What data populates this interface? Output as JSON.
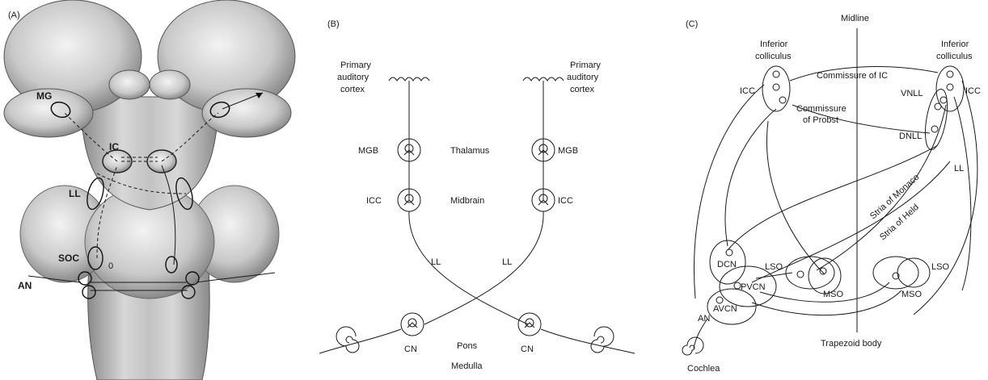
{
  "panel_a": {
    "tag": "(A)",
    "labels": {
      "mg": "MG",
      "ic": "IC",
      "ll": "LL",
      "soc": "SOC",
      "an": "AN",
      "o": "0"
    }
  },
  "panel_b": {
    "tag": "(B)",
    "left_cortex": [
      "Primary",
      "auditory",
      "cortex"
    ],
    "right_cortex": [
      "Primary",
      "auditory",
      "cortex"
    ],
    "mgb_left": "MGB",
    "mgb_right": "MGB",
    "thalamus": "Thalamus",
    "icc_left": "ICC",
    "icc_right": "ICC",
    "midbrain": "Midbrain",
    "ll_left": "LL",
    "ll_right": "LL",
    "cn_left": "CN",
    "cn_right": "CN",
    "pons": "Pons",
    "medulla": "Medulla"
  },
  "panel_c": {
    "tag": "(C)",
    "midline": "Midline",
    "ic_left": [
      "Inferior",
      "colliculus"
    ],
    "ic_right": [
      "Inferior",
      "colliculus"
    ],
    "commissure_ic": "Commissure of IC",
    "icc_left": "ICC",
    "icc_right": "ICC",
    "commissure_probst": [
      "Commissure",
      "of Probst"
    ],
    "vnll": "VNLL",
    "dnll": "DNLL",
    "ll": "LL",
    "stria_monaco": "Stria of Monaco",
    "stria_held": "Stria of Held",
    "dcn": "DCN",
    "pvcn": "PVCN",
    "avcn": "AVCN",
    "an": "AN",
    "lso_left": "LSO",
    "mso_left": "MSO",
    "lso_right": "LSO",
    "mso_right": "MSO",
    "trapezoid": "Trapezoid body",
    "cochlea": "Cochlea"
  }
}
